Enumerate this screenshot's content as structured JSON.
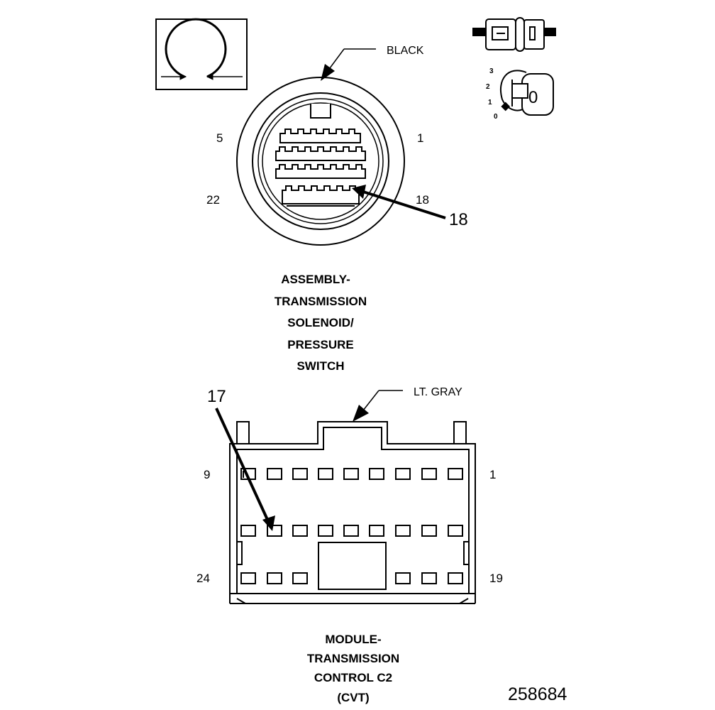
{
  "connector_top": {
    "color_label": "BLACK",
    "pin_labels": {
      "top_left": "5",
      "top_right": "1",
      "bottom_left": "22",
      "bottom_right": "18"
    },
    "callout": "18",
    "caption_lines": [
      "ASSEMBLY-",
      "TRANSMISSION",
      "SOLENOID/",
      "PRESSURE",
      "SWITCH"
    ]
  },
  "connector_bottom": {
    "color_label": "LT. GRAY",
    "pin_labels": {
      "top_left": "9",
      "top_right": "1",
      "bottom_left": "24",
      "bottom_right": "19"
    },
    "callout": "17",
    "caption_lines": [
      "MODULE-",
      "TRANSMISSION",
      "CONTROL C2",
      "(CVT)"
    ]
  },
  "ignition_key": {
    "positions": [
      "3",
      "2",
      "1",
      "0"
    ],
    "key_label": "0"
  },
  "figure_id": "258684"
}
